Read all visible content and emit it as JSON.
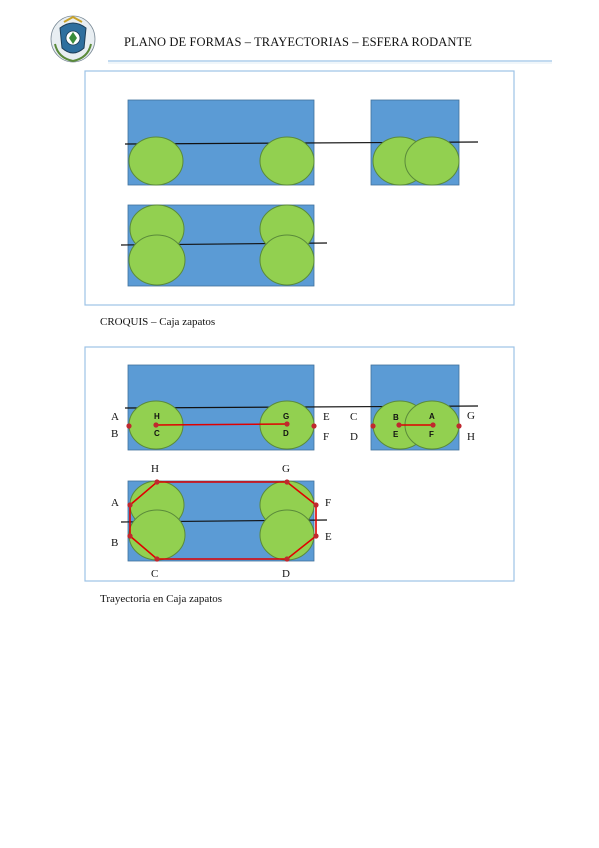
{
  "header": {
    "title": "PLANO DE FORMAS – TRAYECTORIAS – ESFERA RODANTE"
  },
  "captions": {
    "sketch": "CROQUIS – Caja zapatos",
    "trajectory": "Trayectoria en Caja zapatos"
  },
  "colors": {
    "box_fill": "#5b9bd5",
    "box_stroke": "#41719c",
    "ball_fill": "#92d050",
    "ball_stroke": "#5a8a3a",
    "path_red": "#e00000",
    "point_red": "#c0282e",
    "frame_stroke": "#9dc3e6"
  },
  "icons": {
    "logo": "crest-emblem-icon"
  },
  "labels": {
    "f2_left_A": "A",
    "f2_left_B": "B",
    "f2_ball1_H": "H",
    "f2_ball1_C": "C",
    "f2_ball2_G": "G",
    "f2_ball2_D": "D",
    "f2_mid_E": "E",
    "f2_mid_F": "F",
    "f2_mid_C": "C",
    "f2_mid_D": "D",
    "f2_r_B": "B",
    "f2_r_E": "E",
    "f2_r_A": "A",
    "f2_r_F": "F",
    "f2_r_G": "G",
    "f2_r_H": "H",
    "f2_bot_H": "H",
    "f2_bot_G": "G",
    "f2_bot_A": "A",
    "f2_bot_B": "B",
    "f2_bot_F": "F",
    "f2_bot_E": "E",
    "f2_bot_C": "C",
    "f2_bot_D": "D"
  }
}
